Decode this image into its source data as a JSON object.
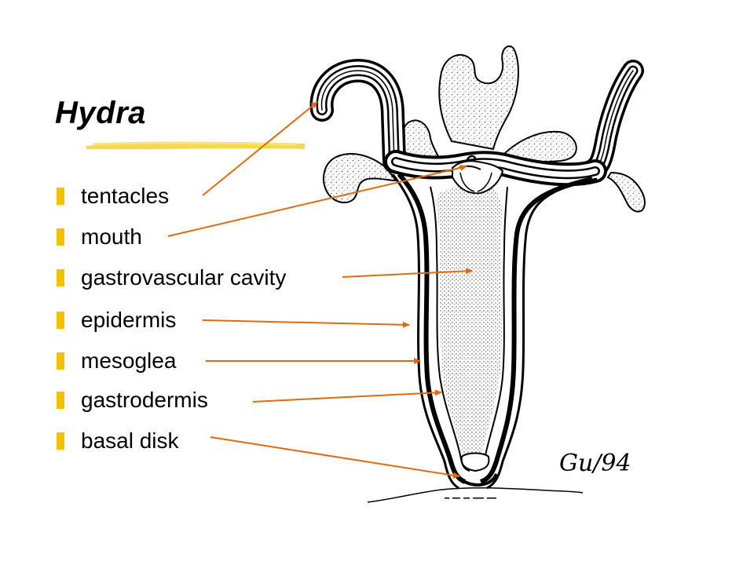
{
  "title": "Hydra",
  "labels": [
    "tentacles",
    "mouth",
    "gastrovascular cavity",
    "epidermis",
    "mesoglea",
    "gastrodermis",
    "basal disk"
  ],
  "signature": "Gu/94",
  "colors": {
    "bullet": "#f2c200",
    "underline": "#f3d53b",
    "arrow": "#e06a10",
    "outline": "#000000",
    "fill": "#ffffff",
    "stipple": "#7a7a7a"
  }
}
